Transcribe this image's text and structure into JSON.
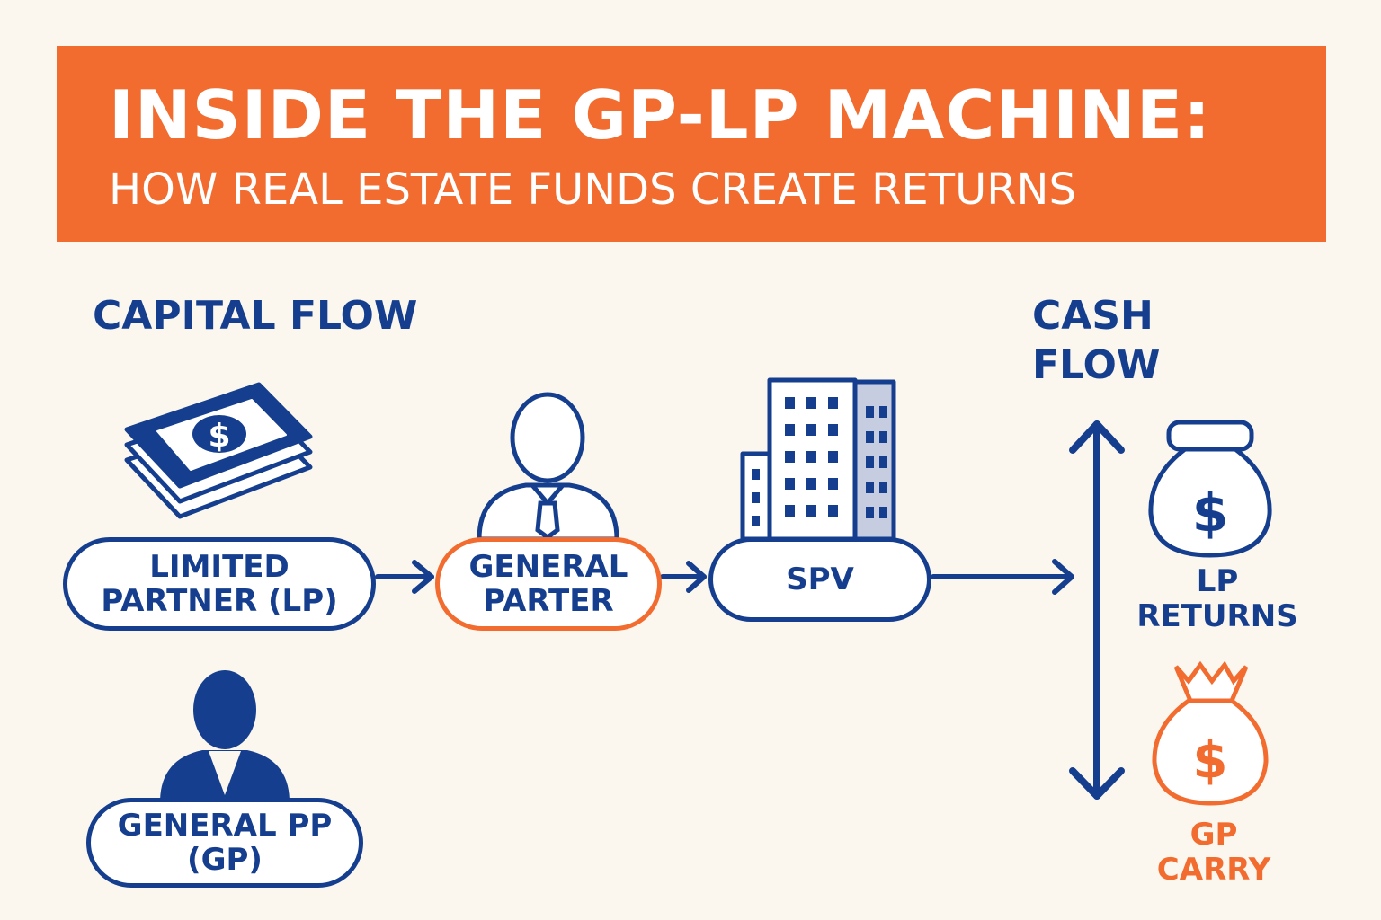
{
  "header": {
    "title": "INSIDE THE GP-LP MACHINE:",
    "subtitle": "HOW REAL ESTATE FUNDS CREATE RETURNS"
  },
  "sections": {
    "capital_flow": "CAPITAL FLOW",
    "cash_flow": "CASH\nFLOW"
  },
  "nodes": {
    "limited_partner": "LIMITED\nPARTNER (LP)",
    "general_parter": "GENERAL\nPARTER",
    "spv": "SPV",
    "general_pp": "GENERAL PP\n(GP)"
  },
  "outcomes": {
    "lp_returns": "LP\nRETURNS",
    "gp_carry": "GP\nCARRY"
  },
  "icons": {
    "money_stack": "cash-stack-icon",
    "manager": "person-with-tie-icon",
    "building": "office-building-icon",
    "gp_person": "person-icon",
    "lp_bag": "money-bag-icon",
    "gp_bag": "money-bag-icon",
    "dollar_symbol": "$"
  },
  "colors": {
    "navy": "#153f8e",
    "orange": "#f26b2f",
    "background": "#fbf7ee"
  }
}
